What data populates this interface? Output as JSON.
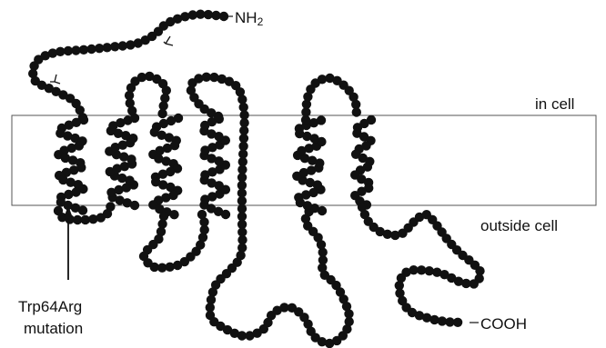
{
  "labels": {
    "n_terminus": "NH2",
    "n_terminus_main": "NH",
    "n_terminus_sub": "2",
    "c_terminus": "COOH",
    "in_cell": "in cell",
    "outside_cell": "outside cell",
    "mutation_line1": "Trp64Arg",
    "mutation_line2": "mutation"
  },
  "colors": {
    "residue": "#111111",
    "membrane_stroke": "#555555",
    "text": "#111111"
  },
  "membrane": {
    "transmembrane_helices": 7,
    "glycosylation_sites": 2
  }
}
